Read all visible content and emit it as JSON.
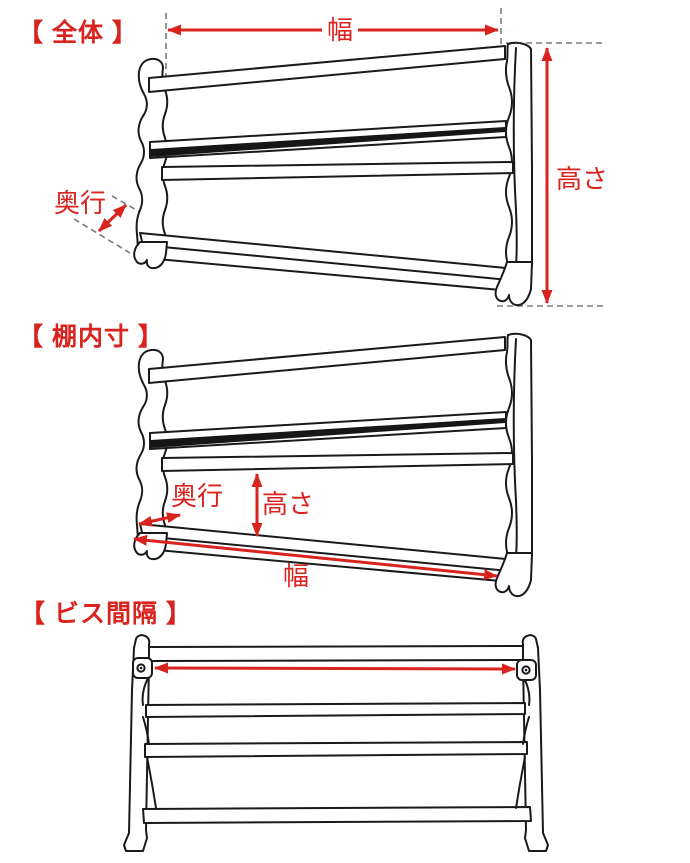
{
  "colors": {
    "annotation_red": "#d9231f",
    "line_black": "#1a1a1a",
    "dash_gray": "#7a7a7a",
    "background": "#ffffff"
  },
  "sections": [
    {
      "id": "overall",
      "title": "【 全体 】",
      "labels": {
        "width": "幅",
        "height": "高さ",
        "depth": "奥行"
      }
    },
    {
      "id": "shelf-inner-dimensions",
      "title": "【 棚内寸 】",
      "labels": {
        "depth": "奥行",
        "height": "高さ",
        "width": "幅"
      }
    },
    {
      "id": "screw-spacing",
      "title": "【 ビス間隔 】",
      "labels": {}
    }
  ]
}
